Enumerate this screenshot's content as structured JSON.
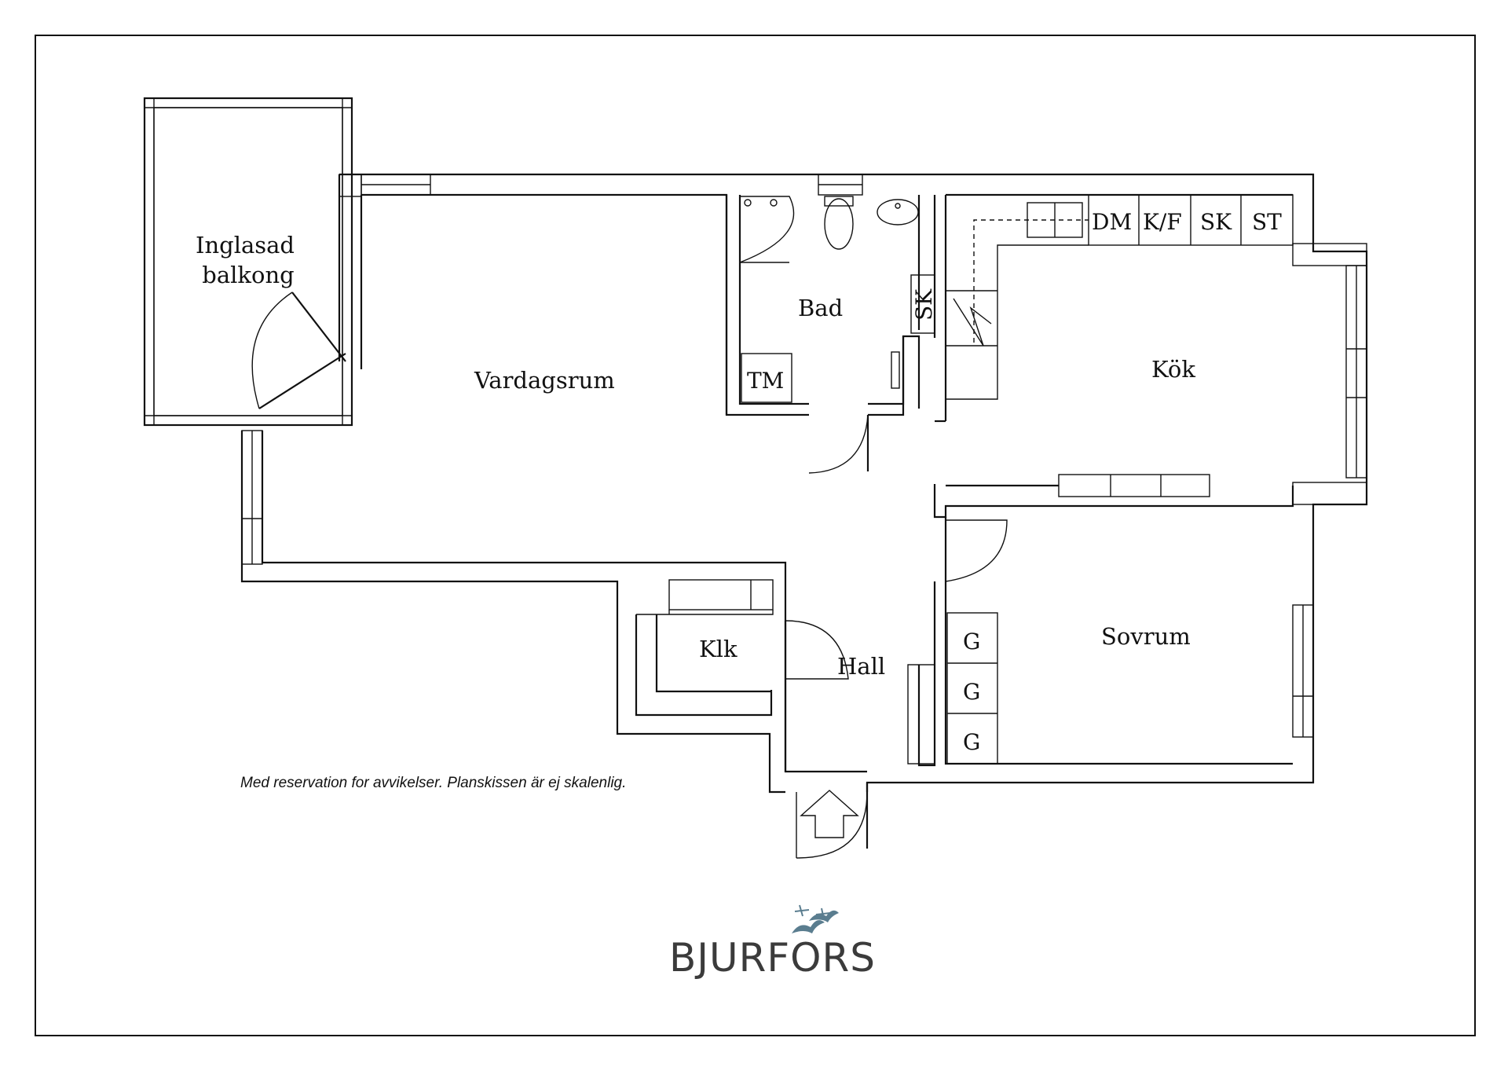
{
  "rooms": {
    "balcony": "Inglasad\nbalkong",
    "living": "Vardagsrum",
    "bath": "Bad",
    "kitchen": "Kök",
    "bedroom": "Sovrum",
    "hall": "Hall",
    "closet": "Klk"
  },
  "fixtures": {
    "dishwasher": "DM",
    "fridge_freezer": "K/F",
    "cabinet_kitchen": "SK",
    "stove": "ST",
    "cabinet_bath": "SK",
    "washer": "TM",
    "wardrobe_1": "G",
    "wardrobe_2": "G",
    "wardrobe_3": "G"
  },
  "disclaimer": "Med reservation for avvikelser. Planskissen är ej skalenlig.",
  "logo": {
    "text": "BJURFORS",
    "color": "#5a7d8f"
  }
}
